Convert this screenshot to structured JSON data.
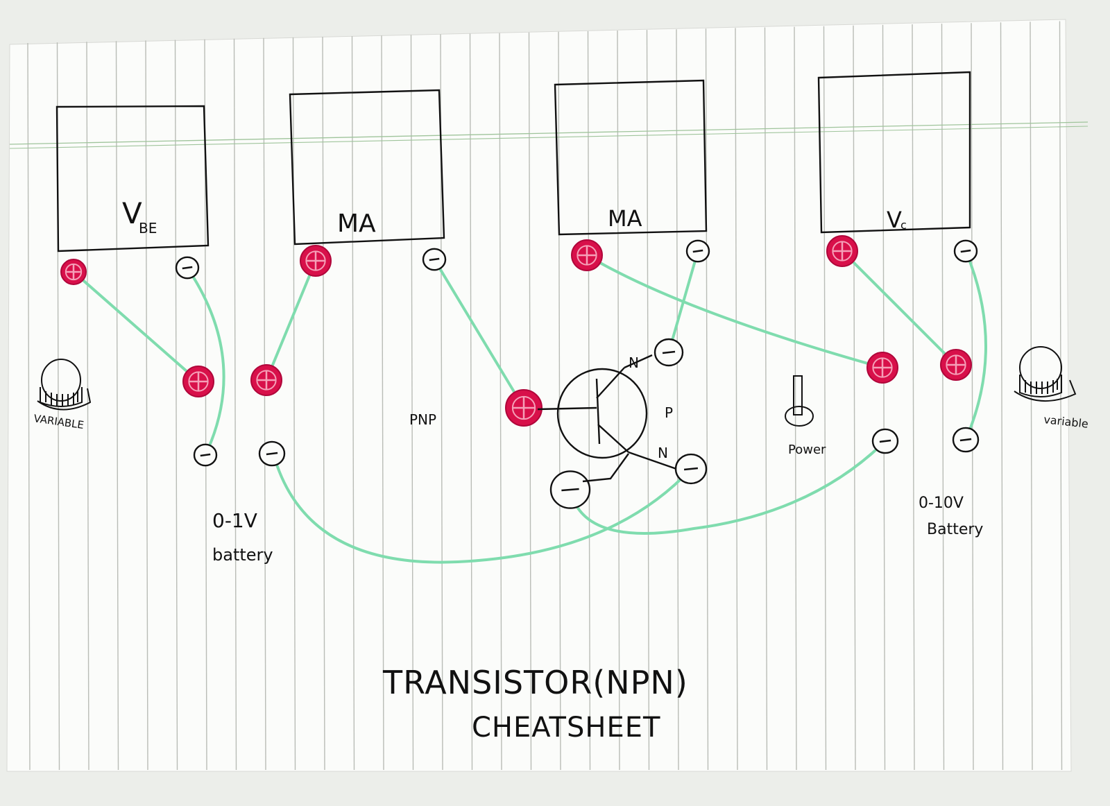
{
  "meters": [
    {
      "label": "V",
      "sub": "BE"
    },
    {
      "label": "MA",
      "sub": ""
    },
    {
      "label": "MA",
      "sub": ""
    },
    {
      "label": "V",
      "sub": "c"
    }
  ],
  "labels": {
    "variable_left": "VARIABLE",
    "variable_right": "variable",
    "battery_left_1": "0-1V",
    "battery_left_2": "battery",
    "battery_right_1": "0-10V",
    "battery_right_2": "Battery",
    "pnp": "PNP",
    "power": "Power",
    "transistor_n_top": "N",
    "transistor_p": "P",
    "transistor_n_bottom": "N",
    "title_line1": "TRANSISTOR(NPN)",
    "title_line2": "CHEATSHEET"
  },
  "colors": {
    "paper": "#fbfcfa",
    "rule": "#b9bcb6",
    "terminal_positive": "#d8104a",
    "wire": "#7fdcae",
    "ink": "#111111"
  },
  "icons": {
    "positive_terminal": "plus-in-circle",
    "negative_terminal": "minus-in-circle",
    "knob": "rotary-knob-icon",
    "switch": "toggle-switch-icon"
  }
}
